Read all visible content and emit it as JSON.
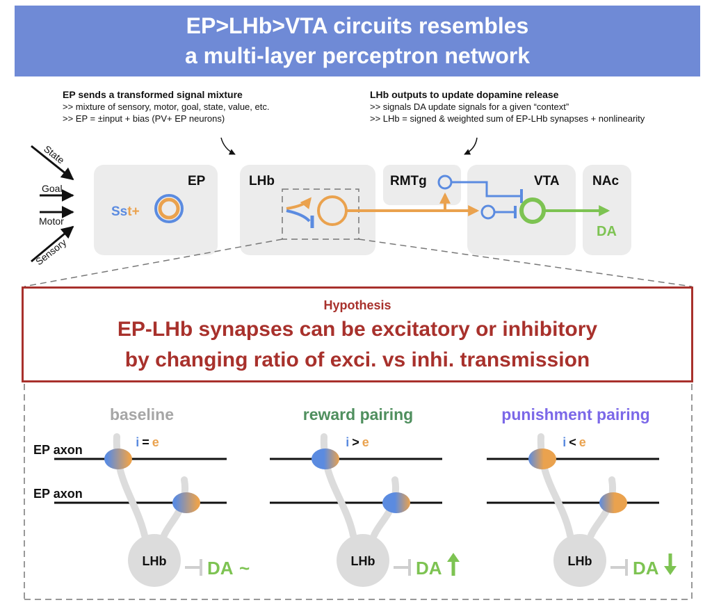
{
  "title": {
    "line1": "EP>LHb>VTA circuits resembles",
    "line2": "a multi-layer perceptron network"
  },
  "left_note": {
    "heading": "EP sends a transformed signal mixture",
    "line1": ">> mixture of sensory, motor, goal, state, value, etc.",
    "line2": ">> EP = ±input + bias (PV+ EP neurons)"
  },
  "right_note": {
    "heading": "LHb outputs to update dopamine release",
    "line1": ">> signals DA update signals for a given “context”",
    "line2": ">> LHb = signed & weighted sum of EP-LHb synapses + nonlinearity"
  },
  "circuit": {
    "inputs": [
      "State",
      "Goal",
      "Motor",
      "Sensory"
    ],
    "regions": {
      "ep": "EP",
      "lhb": "LHb",
      "rmtg": "RMTg",
      "vta": "VTA",
      "nac": "NAc"
    },
    "sst_label": "Sst+",
    "da_label": "DA"
  },
  "hypothesis": {
    "label": "Hypothesis",
    "line1": "EP-LHb synapses can be excitatory or inhibitory",
    "line2": "by changing ratio of exci. vs inhi. transmission"
  },
  "panels": [
    {
      "title": "baseline",
      "relation": "=",
      "lhb_label": "LHb",
      "da_label": "DA",
      "da_change": "~",
      "title_color": "#a6a6a6"
    },
    {
      "title": "reward pairing",
      "relation": ">",
      "lhb_label": "LHb",
      "da_label": "DA",
      "da_change": "up-arrow",
      "title_color": "#4f8f5e"
    },
    {
      "title": "punishment pairing",
      "relation": "<",
      "lhb_label": "LHb",
      "da_label": "DA",
      "da_change": "down-arrow",
      "title_color": "#7b68e8"
    }
  ],
  "ep_axon_label": "EP axon",
  "i_label": "i",
  "e_label": "e",
  "colors": {
    "banner": "#6f8ad6",
    "blue": "#5b8be0",
    "orange": "#eaa24e",
    "green": "#7dc352",
    "red": "#a8312c",
    "region_bg": "#ececec"
  }
}
